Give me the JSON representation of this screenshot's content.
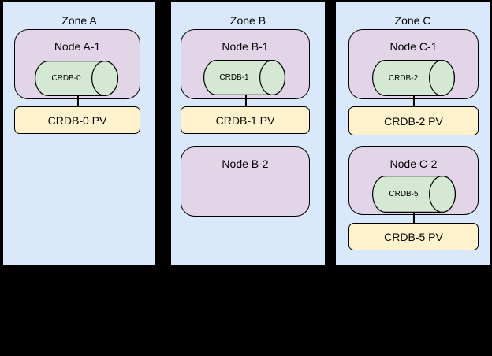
{
  "diagram": {
    "colors": {
      "background": "#000000",
      "zone_fill": "#dae8fc",
      "node_fill": "#e1d5e7",
      "cylinder_fill": "#d5e8d4",
      "pv_fill": "#fff2cc",
      "stroke": "#000000"
    },
    "zones": [
      {
        "label": "Zone A",
        "nodes": [
          {
            "label": "Node A-1",
            "cylinder": "CRDB-0",
            "pv": "CRDB-0 PV"
          }
        ]
      },
      {
        "label": "Zone B",
        "nodes": [
          {
            "label": "Node B-1",
            "cylinder": "CRDB-1",
            "pv": "CRDB-1 PV"
          },
          {
            "label": "Node B-2"
          }
        ]
      },
      {
        "label": "Zone C",
        "nodes": [
          {
            "label": "Node C-1",
            "cylinder": "CRDB-2",
            "pv": "CRDB-2 PV"
          },
          {
            "label": "Node C-2",
            "cylinder": "CRDB-5",
            "pv": "CRDB-5 PV"
          }
        ]
      }
    ]
  }
}
